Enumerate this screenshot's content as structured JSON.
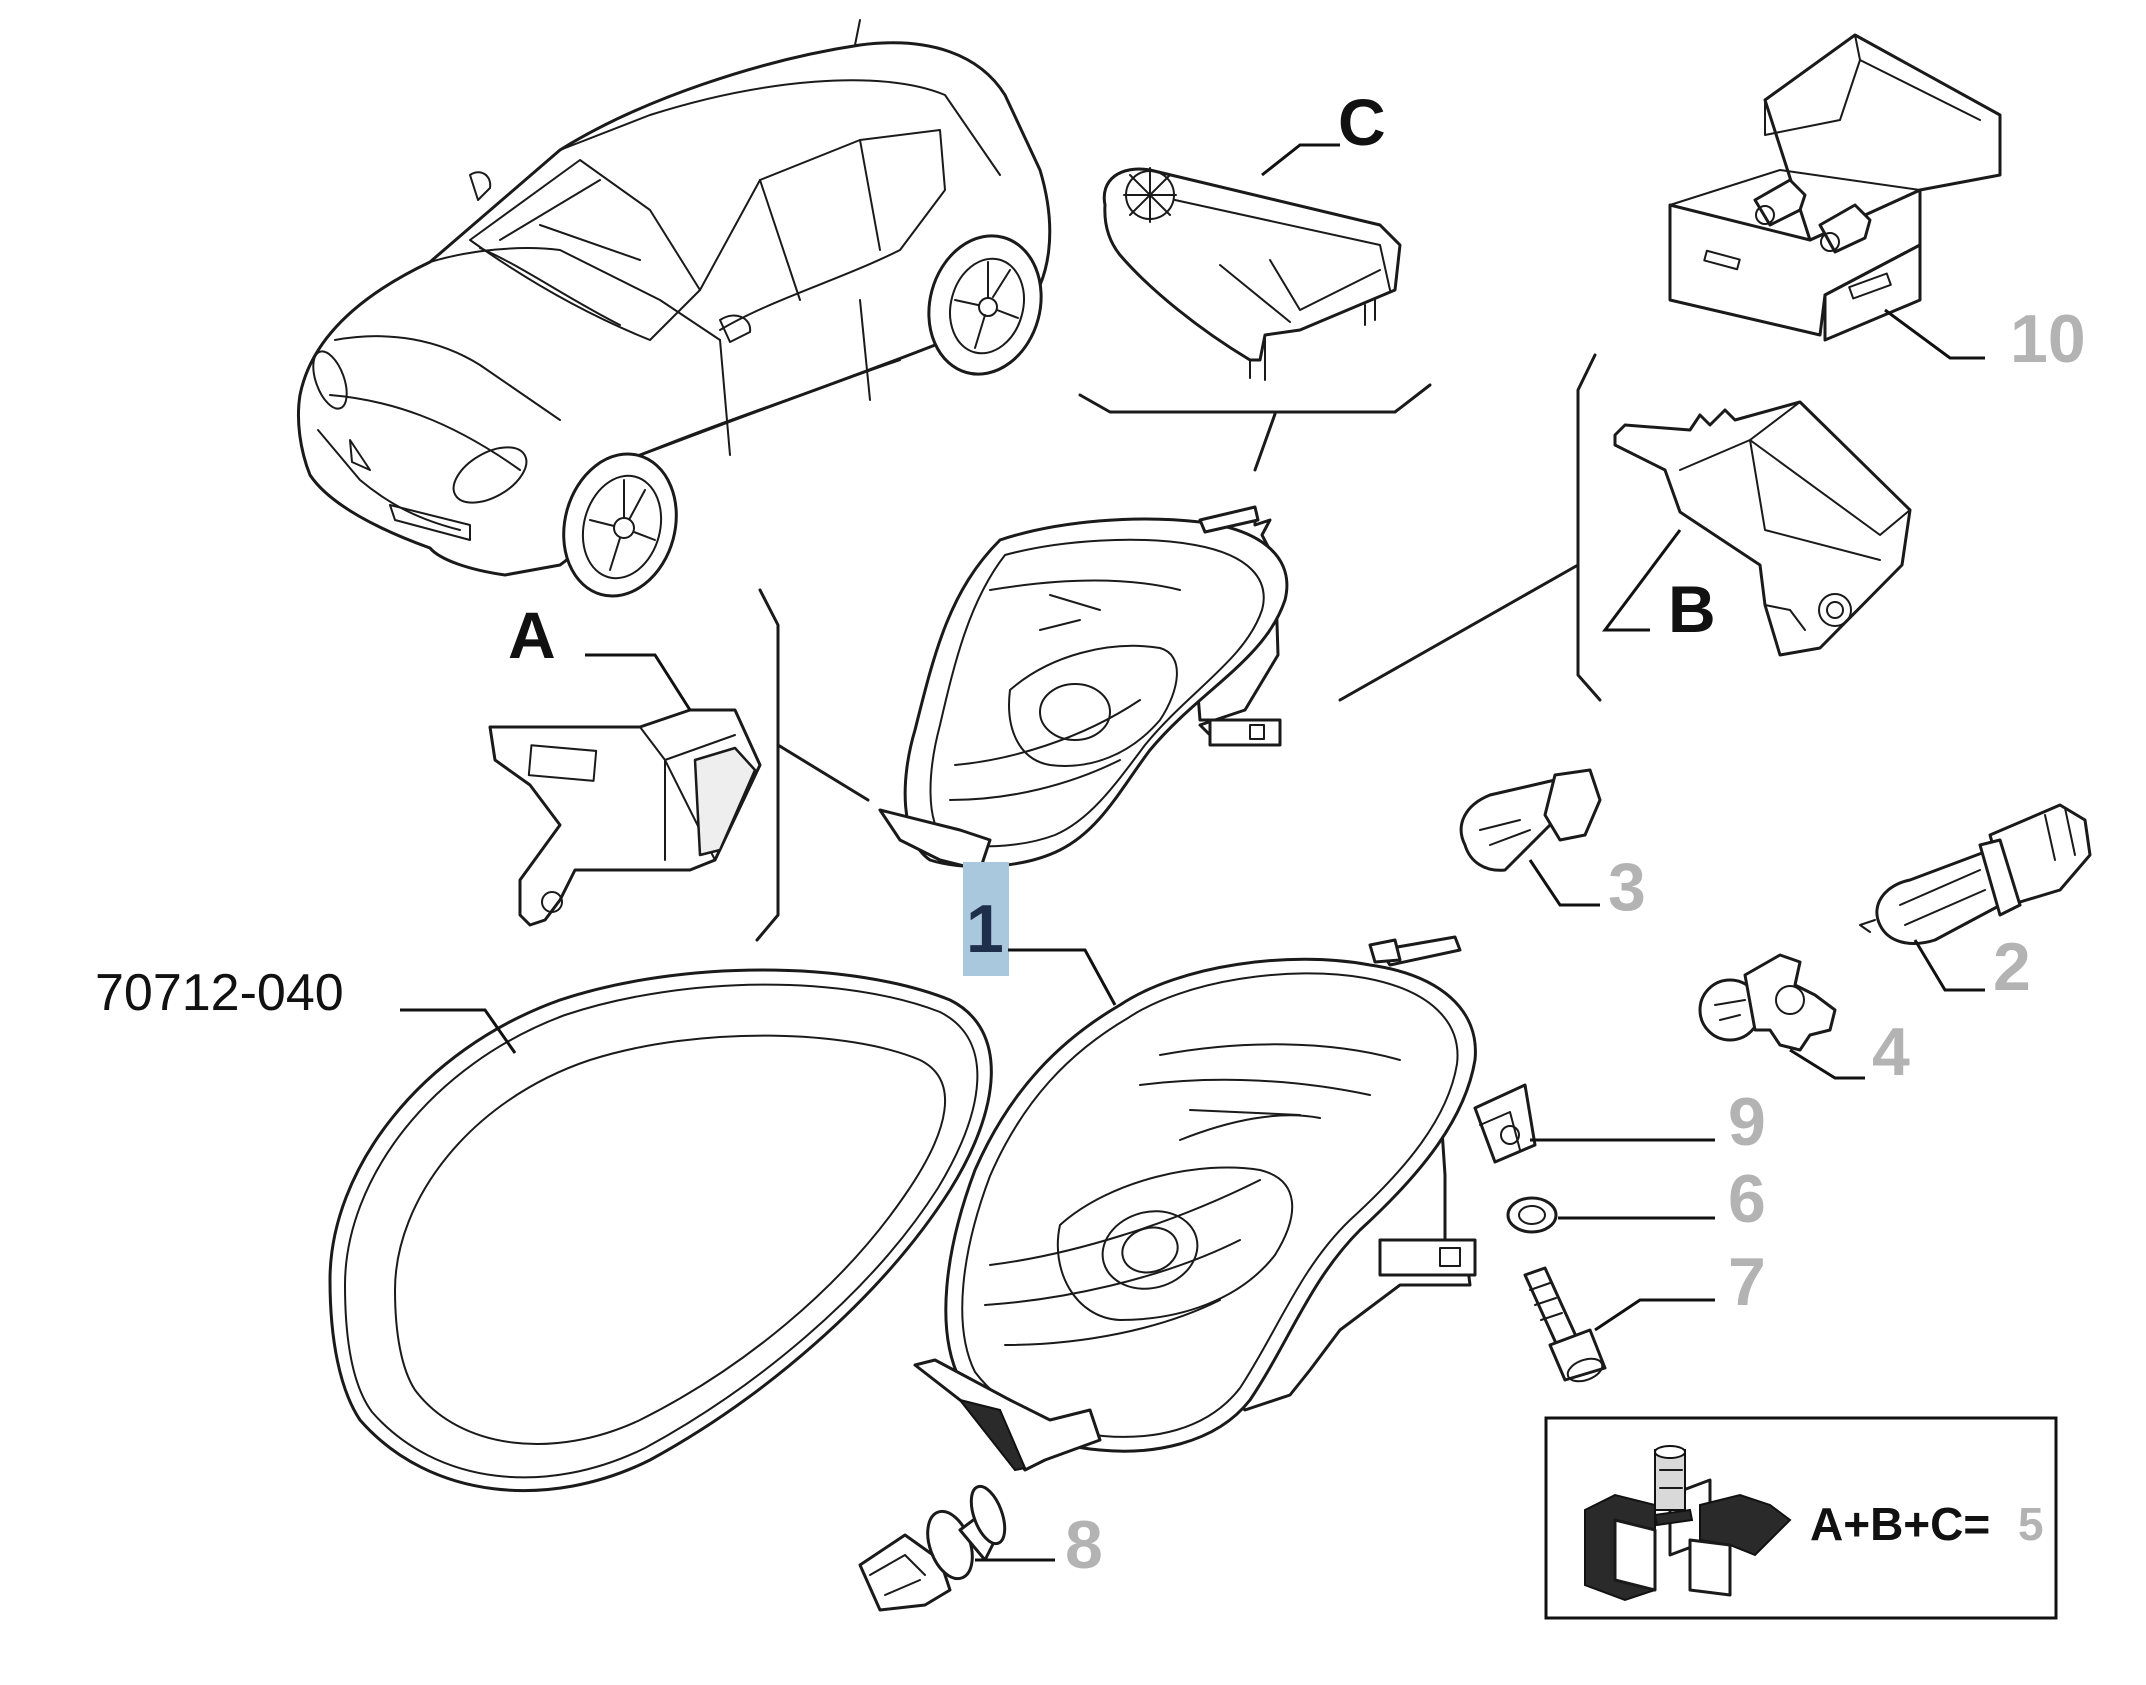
{
  "callouts": {
    "A": "A",
    "B": "B",
    "C": "C",
    "n1": "1",
    "n2": "2",
    "n3": "3",
    "n4": "4",
    "n6": "6",
    "n7": "7",
    "n8": "8",
    "n9": "9",
    "n10": "10",
    "part_code": "70712-040"
  },
  "kit_legend": {
    "formula": "A+B+C=",
    "result": "5"
  },
  "colors": {
    "highlight": "#a9c8de",
    "callout_gray": "#b3b3b3",
    "line": "#1a1a1a"
  },
  "highlighted_callout": "1"
}
